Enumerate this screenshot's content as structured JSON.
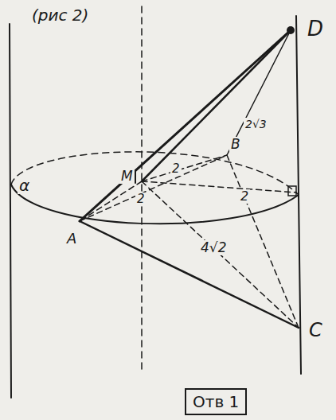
{
  "diagram": {
    "nodes": [
      {
        "text": [
          "Отв 1"
        ]
      }
    ],
    "labels": [
      "(рис 2)",
      "α",
      "D",
      "M",
      "2",
      "2",
      "2",
      "B",
      "2√3",
      "A",
      "4√2",
      "C"
    ]
  }
}
